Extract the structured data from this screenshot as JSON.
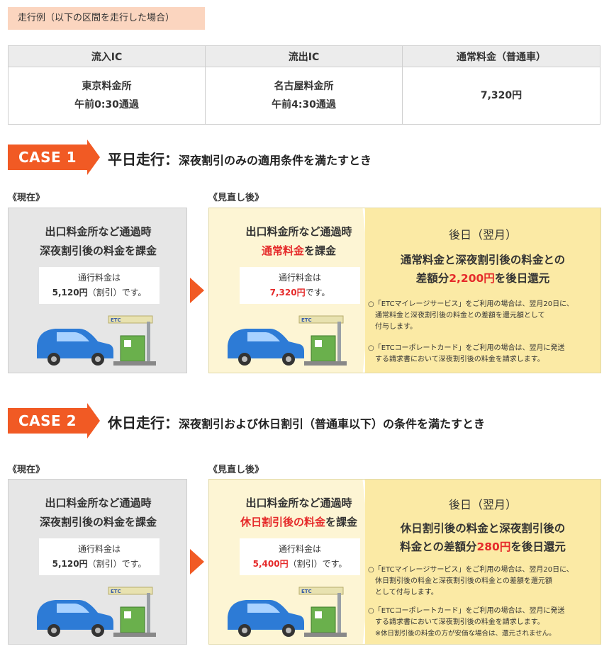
{
  "tag": "走行例（以下の区間を走行した場合）",
  "table": {
    "headers": [
      "流入IC",
      "流出IC",
      "通常料金（普通車）"
    ],
    "entry_name": "東京料金所",
    "entry_time": "午前0:30通過",
    "exit_name": "名古屋料金所",
    "exit_time": "午前4:30通過",
    "normal_fee": "7,320円"
  },
  "colors": {
    "accent": "#f15a24",
    "red": "#e52a2a",
    "yellow_panel": "#fdf5d4",
    "yellow_right": "#fbeaa5",
    "gray_panel": "#e6e6e6"
  },
  "case1": {
    "label": "CASE 1",
    "title_main": "平日走行：",
    "title_sub": "深夜割引のみの適用条件を満たすとき",
    "current_label": "《現在》",
    "after_label": "《見直し後》",
    "current": {
      "line1": "出口料金所など通過時",
      "line2": "深夜割引後の料金を課金",
      "fee_label": "通行料金は",
      "fee_amount": "5,120円",
      "fee_suffix": "（割引）です。"
    },
    "after": {
      "line1": "出口料金所など通過時",
      "line2_red": "通常料金",
      "line2_rest": "を課金",
      "fee_label": "通行料金は",
      "fee_amount": "7,320円",
      "fee_suffix": "です。"
    },
    "later": {
      "title": "後日（翌月）",
      "big1": "通常料金と深夜割引後の料金との",
      "big2_a": "差額分",
      "big2_red": "2,200円",
      "big2_b": "を後日還元",
      "note1_a": "○「ETCマイレージサービス」をご利用の場合は、翌月20日に、",
      "note1_b": "通常料金と深夜割引後の料金との差額を還元額として",
      "note1_c": "付与します。",
      "note2_a": "○「ETCコーポレートカード」をご利用の場合は、翌月に発送",
      "note2_b": "する請求書において深夜割引後の料金を請求します。"
    }
  },
  "case2": {
    "label": "CASE 2",
    "title_main": "休日走行：",
    "title_sub": "深夜割引および休日割引（普通車以下）の条件を満たすとき",
    "current_label": "《現在》",
    "after_label": "《見直し後》",
    "current": {
      "line1": "出口料金所など通過時",
      "line2": "深夜割引後の料金を課金",
      "fee_label": "通行料金は",
      "fee_amount": "5,120円",
      "fee_suffix": "（割引）です。"
    },
    "after": {
      "line1": "出口料金所など通過時",
      "line2_red": "休日割引後の料金",
      "line2_rest": "を課金",
      "fee_label": "通行料金は",
      "fee_amount": "5,400円",
      "fee_suffix": "（割引）です。"
    },
    "later": {
      "title": "後日（翌月）",
      "big1": "休日割引後の料金と深夜割引後の",
      "big2_a": "料金との差額分",
      "big2_red": "280円",
      "big2_b": "を後日還元",
      "note1_a": "○「ETCマイレージサービス」をご利用の場合は、翌月20日に、",
      "note1_b": "休日割引後の料金と深夜割引後の料金との差額を還元額",
      "note1_c": "として付与します。",
      "note2_a": "○「ETCコーポレートカード」をご利用の場合は、翌月に発送",
      "note2_b": "する請求書において深夜割引後の料金を請求します。",
      "note2_c": "※休日割引後の料金の方が安価な場合は、還元されません。"
    }
  },
  "etc_sign": "ETC"
}
